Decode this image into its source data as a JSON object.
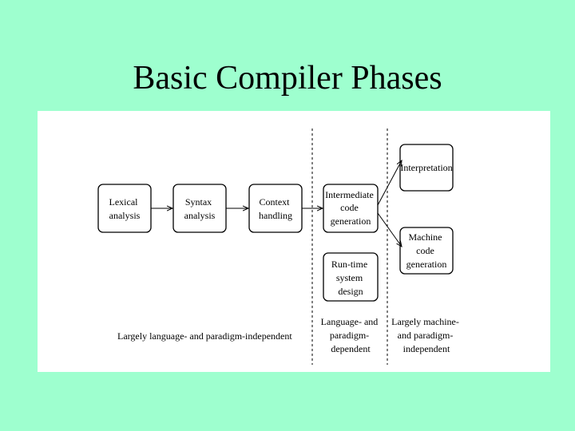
{
  "slide": {
    "title": "Basic Compiler Phases"
  },
  "diagram": {
    "boxes": {
      "lexical": [
        "Lexical",
        "analysis"
      ],
      "syntax": [
        "Syntax",
        "analysis"
      ],
      "context": [
        "Context",
        "handling"
      ],
      "intermediate": [
        "Intermediate",
        "code",
        "generation"
      ],
      "runtime": [
        "Run-time",
        "system",
        "design"
      ],
      "interpretation": [
        "Interpretation"
      ],
      "machine": [
        "Machine",
        "code",
        "generation"
      ]
    },
    "captions": {
      "left": [
        "Largely language- and paradigm-independent"
      ],
      "middle": [
        "Language- and",
        "paradigm-",
        "dependent"
      ],
      "right": [
        "Largely machine-",
        "and paradigm-",
        "independent"
      ]
    }
  }
}
